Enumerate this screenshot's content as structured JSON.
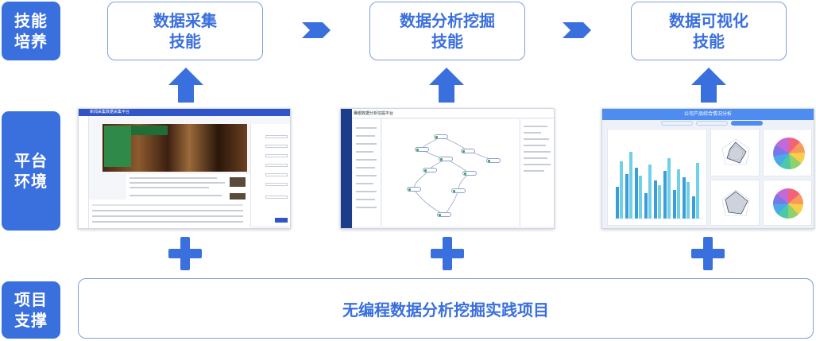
{
  "side_labels": {
    "skills_line1": "技能",
    "skills_line2": "培养",
    "platform_line1": "平台",
    "platform_line2": "环境",
    "project_line1": "项目",
    "project_line2": "支撑"
  },
  "skills": [
    {
      "line1": "数据采集",
      "line2": "技能"
    },
    {
      "line1": "数据分析挖掘",
      "line2": "技能"
    },
    {
      "line1": "数据可视化",
      "line2": "技能"
    }
  ],
  "project": {
    "label": "无编程数据分析挖掘实践项目"
  },
  "screens": {
    "s1_title": "新闻采集数据采集平台",
    "s2_title": "鹰眼数据分析挖掘平台",
    "s3_title": "公司产品综合情况分析"
  },
  "colors": {
    "accent": "#3a6fde",
    "box_border": "#7f9fe0"
  },
  "icons": {
    "flow_arrow": "chevron-right-icon",
    "up_arrow": "arrow-up-icon",
    "plus": "plus-icon"
  }
}
